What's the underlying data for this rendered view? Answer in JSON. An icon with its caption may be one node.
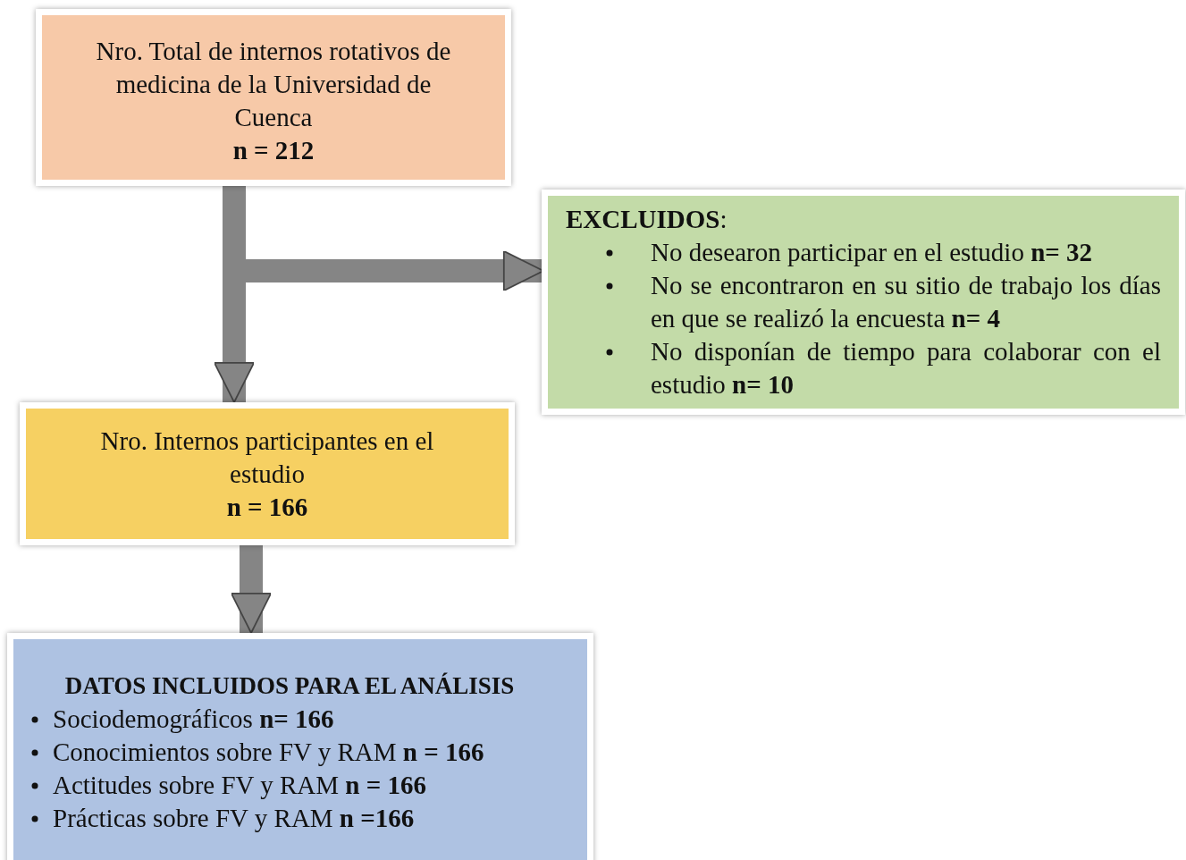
{
  "diagram": {
    "nodes": [
      {
        "text": [
          "Nro. Total de internos rotativos de medicina de la Universidad de Cuenca",
          "n = 212"
        ]
      },
      {
        "text": [
          "**EXCLUIDOS**:",
          "No desearon participar en el estudio **n= 32**",
          "No se encontraron en su sitio de trabajo los días en que se realizó la encuesta **n= 4**",
          "No disponían de tiempo para colaborar con el estudio **n= 10**"
        ]
      },
      {
        "text": [
          "Nro. Internos participantes en el estudio",
          "n = 166"
        ]
      },
      {
        "text": [
          "DATOS INCLUIDOS PARA EL ANÁLISIS",
          "Sociodemográficos **n= 166**",
          "Conocimientos sobre FV y RAM **n = 166**",
          "Actitudes sobre FV y RAM **n = 166**",
          "Prácticas sobre FV y RAM **n =166**"
        ]
      }
    ],
    "edges": [
      {
        "from": 0,
        "to": 2,
        "arrow": "to"
      },
      {
        "from": 0,
        "to": 1,
        "arrow": "to"
      },
      {
        "from": 2,
        "to": 3,
        "arrow": "to"
      }
    ]
  }
}
